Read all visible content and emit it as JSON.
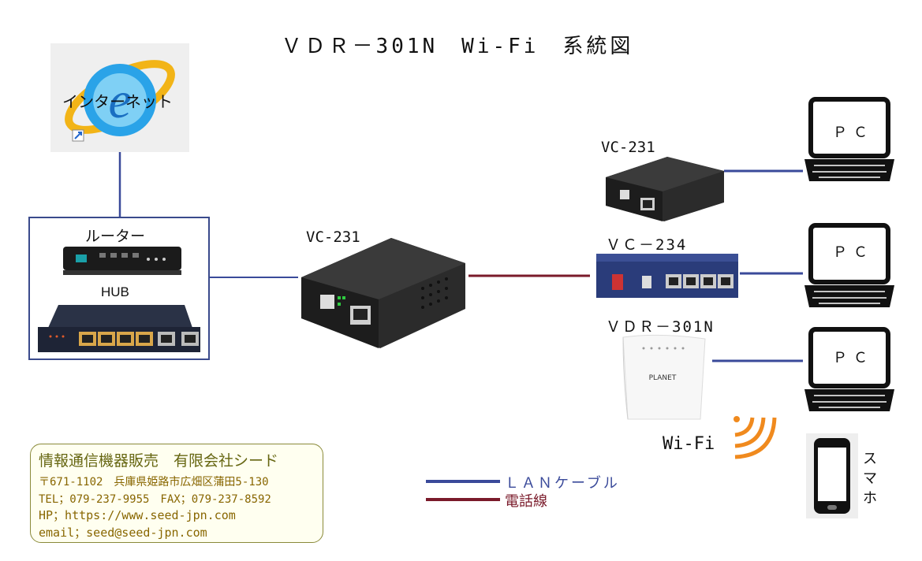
{
  "title": "ＶＤＲ－301N　Wi-Fi　系統図",
  "internet": {
    "label": "インターネット"
  },
  "router_group": {
    "router_label": "ルーター",
    "hub_label": "HUB"
  },
  "center_device": {
    "label": "VC-231"
  },
  "devices": {
    "vc231": "VC-231",
    "vc234": "ＶＣ－234",
    "vdr301n": "ＶＤＲ－301N"
  },
  "pcs": [
    "ＰＣ",
    "ＰＣ",
    "ＰＣ"
  ],
  "wifi_label": "Wi-Fi",
  "smartphone_label": "スマホ",
  "legend": {
    "lan": {
      "label": "ＬＡＮケーブル",
      "color": "#3a4a9a"
    },
    "phone": {
      "label": "電話線",
      "color": "#7a1a2a"
    }
  },
  "company": {
    "name": "情報通信機器販売　有限会社シード",
    "address": "〒671-1102　兵庫県姫路市広畑区蒲田5-130",
    "tel_fax": "TEL；079-237-9955　FAX；079-237-8592",
    "hp": "HP；https://www.seed-jpn.com",
    "email": "email；seed@seed-jpn.com"
  }
}
